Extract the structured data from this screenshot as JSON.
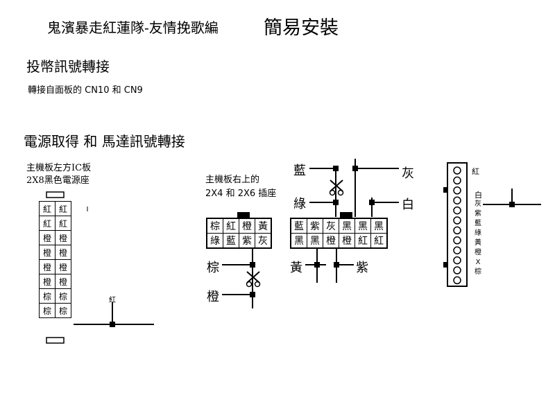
{
  "header": {
    "title": "鬼濱暴走紅蓮隊-友情挽歌編",
    "subtitle": "簡易安裝"
  },
  "coin_section": {
    "heading": "投幣訊號轉接",
    "note": "轉接自面板的 CN10 和 CN9"
  },
  "power_section": {
    "heading": "電源取得 和 馬達訊號轉接"
  },
  "left_connector": {
    "label_line1": "主機板左方IC板",
    "label_line2": "2X8黑色電源座",
    "rows": [
      [
        "紅",
        "紅"
      ],
      [
        "紅",
        "紅"
      ],
      [
        "橙",
        "橙"
      ],
      [
        "橙",
        "橙"
      ],
      [
        "橙",
        "橙"
      ],
      [
        "橙",
        "橙"
      ],
      [
        "棕",
        "棕"
      ],
      [
        "棕",
        "棕"
      ]
    ],
    "tap_label": "紅"
  },
  "mid_connector": {
    "label_line1": "主機板右上的",
    "label_line2": "2X4 和 2X6 插座",
    "block_2x4": [
      [
        "棕",
        "紅",
        "橙",
        "黃"
      ],
      [
        "綠",
        "藍",
        "紫",
        "灰"
      ]
    ],
    "block_2x6": [
      [
        "藍",
        "紫",
        "灰",
        "黑",
        "黑",
        "黑"
      ],
      [
        "黑",
        "黑",
        "橙",
        "橙",
        "紅",
        "紅"
      ]
    ]
  },
  "wires": {
    "blue": "藍",
    "gray": "灰",
    "green": "綠",
    "white": "白",
    "brown": "棕",
    "orange": "橙",
    "yellow": "黃",
    "purple": "紫"
  },
  "right_connector": {
    "label_red": "紅",
    "label_white": "白",
    "vertical_labels": [
      "灰",
      "紫",
      "藍",
      "綠",
      "黃",
      "橙",
      "X",
      "棕"
    ]
  }
}
